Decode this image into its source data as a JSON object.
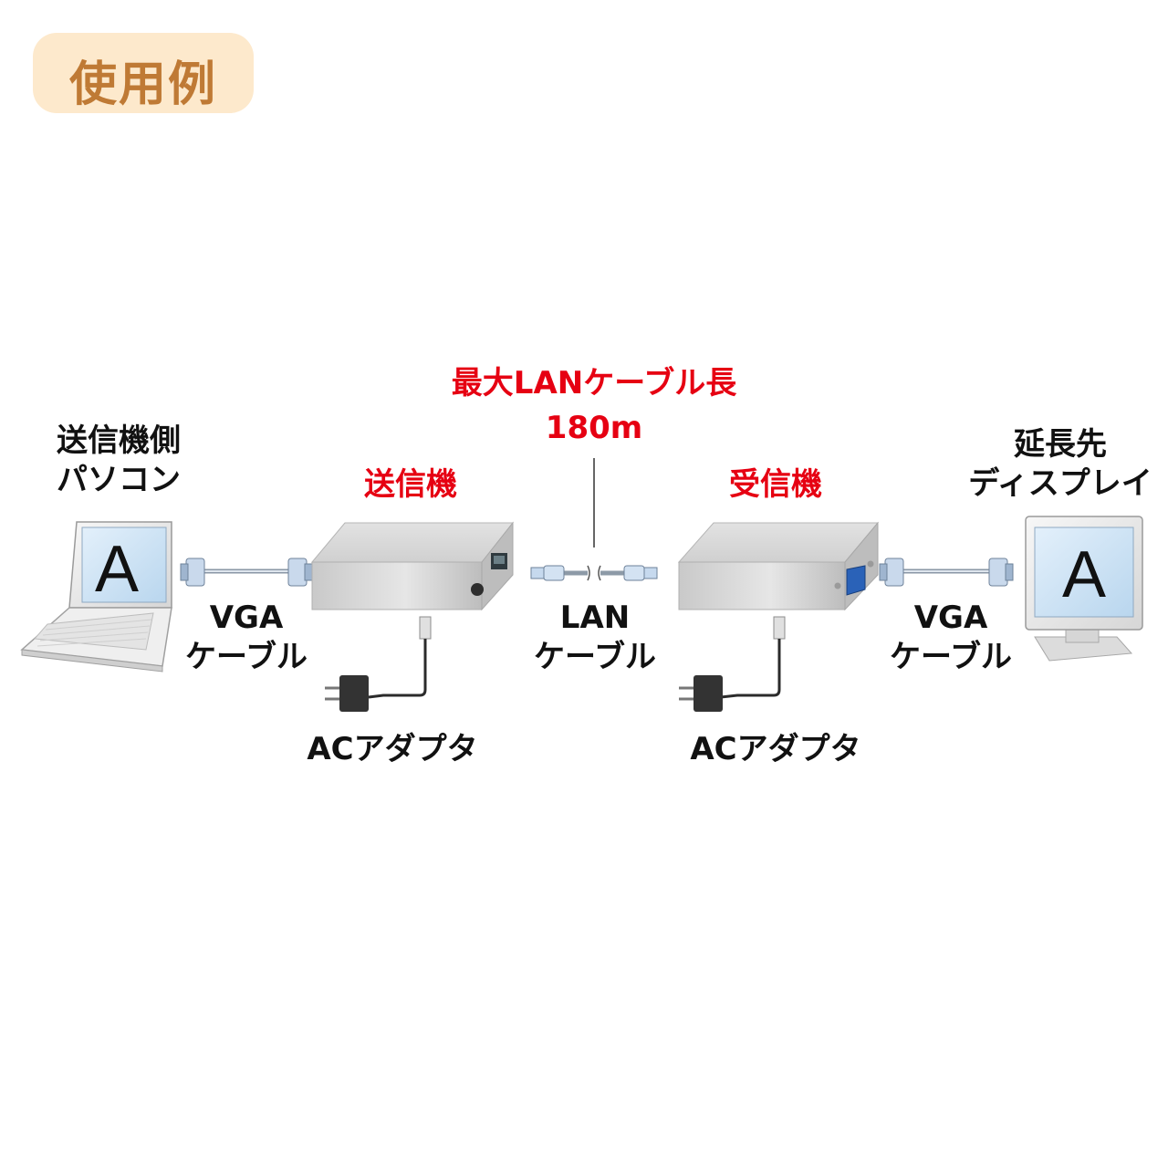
{
  "badge": {
    "text": "使用例"
  },
  "labels": {
    "pc_line1": "送信機側",
    "pc_line2": "パソコン",
    "transmitter": "送信機",
    "max_line1": "最大LANケーブル長",
    "max_line2": "180m",
    "receiver": "受信機",
    "display_line1": "延長先",
    "display_line2": "ディスプレイ",
    "vga_left_line1": "VGA",
    "vga_left_line2": "ケーブル",
    "lan_line1": "LAN",
    "lan_line2": "ケーブル",
    "vga_right_line1": "VGA",
    "vga_right_line2": "ケーブル",
    "ac_left": "ACアダプタ",
    "ac_right": "ACアダプタ",
    "laptop_screen_letter": "A",
    "monitor_screen_letter": "A"
  },
  "colors": {
    "accent_red": "#e60012",
    "badge_bg": "#fde9cc",
    "badge_text": "#bf7a35",
    "screen_blue": "#cfe3f5"
  }
}
